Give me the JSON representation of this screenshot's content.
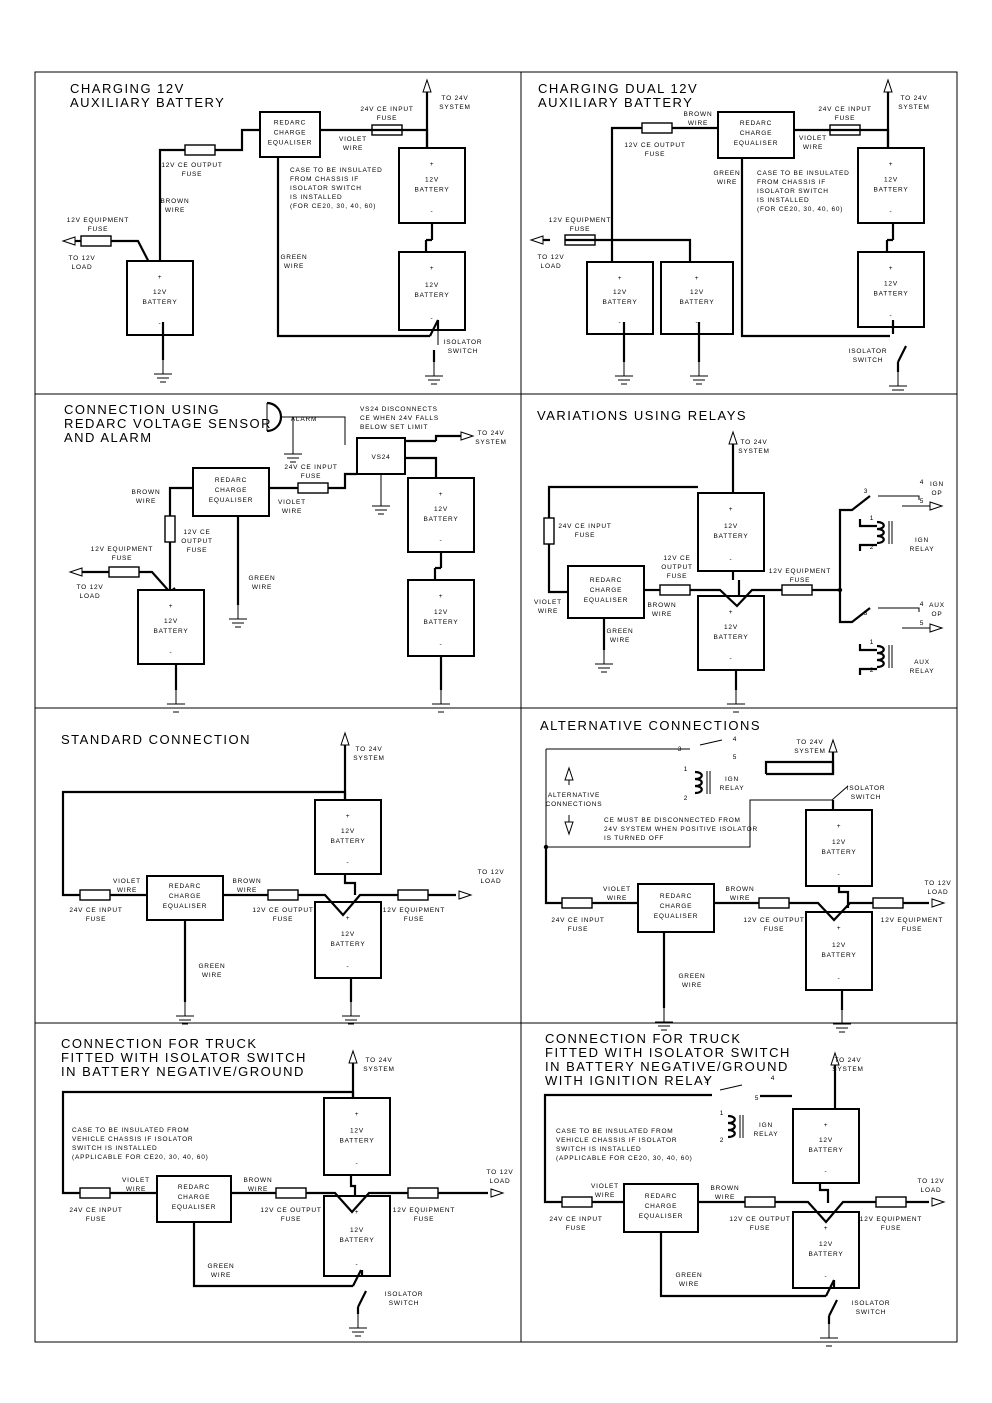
{
  "labels": {
    "charge_equaliser": [
      "REDARC",
      "CHARGE",
      "EQUALISER"
    ],
    "battery": [
      "12V",
      "BATTERY"
    ],
    "plus": "+",
    "minus": "-",
    "to_24v_system": [
      "TO 24V",
      "SYSTEM"
    ],
    "to_12v_load": [
      "TO 12V",
      "LOAD"
    ],
    "input_fuse": [
      "24V CE INPUT",
      "FUSE"
    ],
    "output_fuse": [
      "12V CE OUTPUT",
      "FUSE"
    ],
    "output_fuse_stacked": [
      "12V CE",
      "OUTPUT",
      "FUSE"
    ],
    "equipment_fuse": [
      "12V EQUIPMENT",
      "FUSE"
    ],
    "violet_wire": [
      "VIOLET",
      "WIRE"
    ],
    "brown_wire": [
      "BROWN",
      "WIRE"
    ],
    "green_wire": [
      "GREEN",
      "WIRE"
    ],
    "isolator_switch": [
      "ISOLATOR",
      "SWITCH"
    ],
    "case_insulated_short": [
      "CASE TO BE INSULATED",
      "FROM CHASSIS IF",
      "ISOLATOR SWITCH",
      "IS INSTALLED",
      "(FOR CE20, 30, 40, 60)"
    ],
    "case_insulated_long": [
      "CASE TO BE INSULATED FROM",
      "VEHICLE CHASSIS IF ISOLATOR",
      "SWITCH IS INSTALLED",
      "(APPLICABLE FOR CE20, 30, 40, 60)"
    ],
    "alarm": "ALARM",
    "vs24": "VS24",
    "vs24_note": [
      "VS24 DISCONNECTS",
      "CE WHEN 24V FALLS",
      "BELOW SET LIMIT"
    ],
    "ign_op": [
      "IGN",
      "OP"
    ],
    "aux_op": [
      "AUX",
      "OP"
    ],
    "ign_relay": [
      "IGN",
      "RELAY"
    ],
    "aux_relay": [
      "AUX",
      "RELAY"
    ],
    "alternative_connections": [
      "ALTERNATIVE",
      "CONNECTIONS"
    ],
    "ce_disconnect_note": [
      "CE MUST BE DISCONNECTED FROM",
      "24V SYSTEM WHEN POSITIVE ISOLATOR",
      "IS TURNED OFF"
    ],
    "relay_pins": [
      "1",
      "2",
      "3",
      "4",
      "5"
    ]
  },
  "panels": [
    {
      "id": "p1",
      "title": [
        "CHARGING 12V",
        "AUXILIARY BATTERY"
      ]
    },
    {
      "id": "p2",
      "title": [
        "CHARGING DUAL 12V",
        "AUXILIARY BATTERY"
      ]
    },
    {
      "id": "p3",
      "title": [
        "CONNECTION USING",
        "REDARC VOLTAGE SENSOR",
        "AND ALARM"
      ]
    },
    {
      "id": "p4",
      "title": [
        "VARIATIONS USING RELAYS"
      ]
    },
    {
      "id": "p5",
      "title": [
        "STANDARD CONNECTION"
      ]
    },
    {
      "id": "p6",
      "title": [
        "ALTERNATIVE CONNECTIONS"
      ]
    },
    {
      "id": "p7",
      "title": [
        "CONNECTION FOR TRUCK",
        "FITTED WITH ISOLATOR SWITCH",
        "IN BATTERY NEGATIVE/GROUND"
      ]
    },
    {
      "id": "p8",
      "title": [
        "CONNECTION FOR TRUCK",
        "FITTED WITH ISOLATOR SWITCH",
        "IN BATTERY NEGATIVE/GROUND",
        "WITH  IGNITION RELAY"
      ]
    }
  ]
}
